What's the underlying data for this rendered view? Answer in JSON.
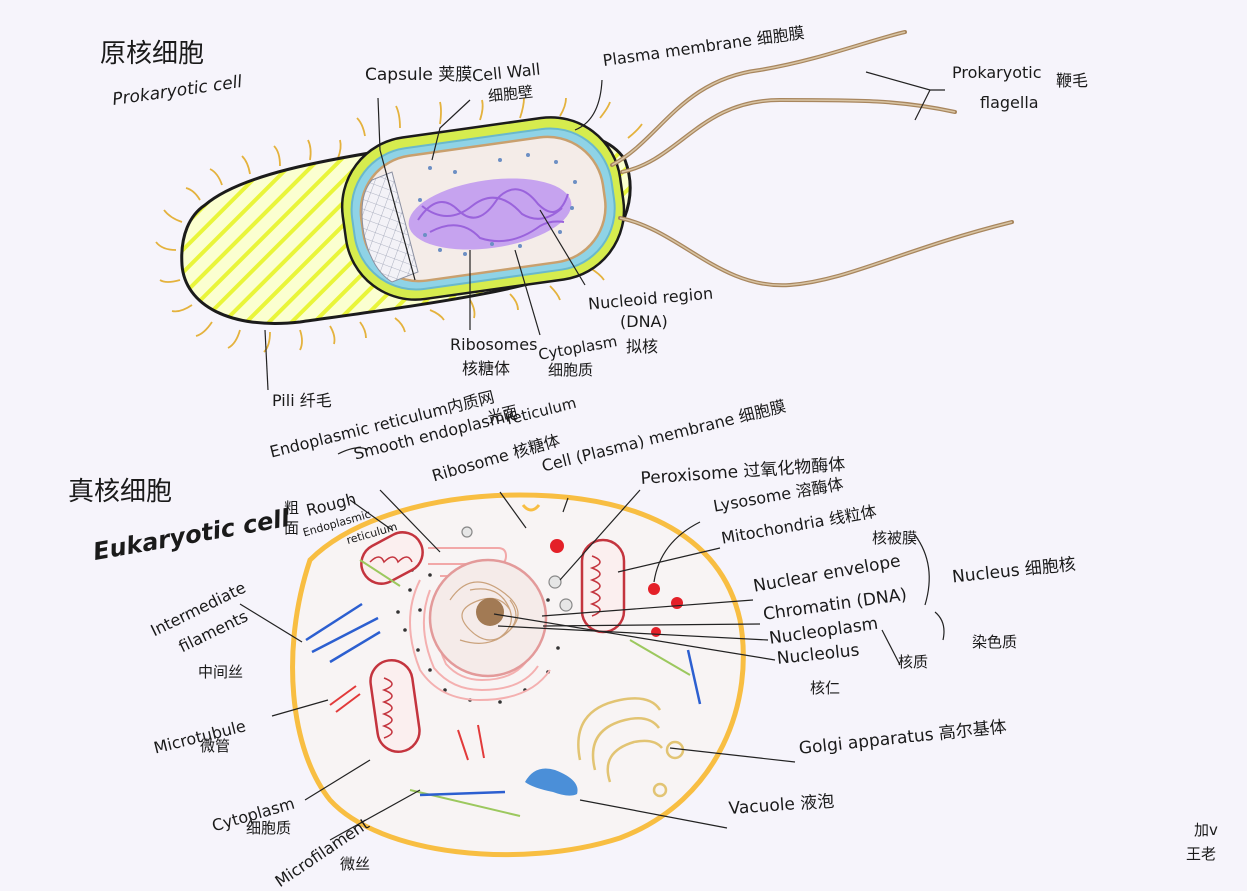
{
  "prokaryote": {
    "title_cn": "原核细胞",
    "title_en": "Prokaryotic cell",
    "capsule": "Capsule 荚膜",
    "cell_wall_en": "Cell Wall",
    "cell_wall_cn": "细胞壁",
    "plasma_membrane": "Plasma membrane 细胞膜",
    "flagella_en1": "Prokaryotic",
    "flagella_en2": "flagella",
    "flagella_cn": "鞭毛",
    "nucleoid_en": "Nucleoid region",
    "nucleoid_dna": "(DNA)",
    "nucleoid_cn": "拟核",
    "ribosomes_en": "Ribosomes",
    "ribosomes_cn": "核糖体",
    "cytoplasm_en": "Cytoplasm",
    "cytoplasm_cn": "细胞质",
    "pili": "Pili 纤毛"
  },
  "eukaryote": {
    "title_cn": "真核细胞",
    "title_en": "Eukaryotic cell",
    "er": "Endoplasmic reticulum内质网",
    "smooth_er_en": "Smooth endoplasmic",
    "smooth_er_cn": "光面",
    "smooth_er_en2": "reticulum",
    "rough_er_cn1": "粗",
    "rough_er_cn2": "面",
    "rough_er_en": "Rough",
    "rough_er_small1": "Endoplasmic",
    "rough_er_small2": "reticulum",
    "ribosome": "Ribosome 核糖体",
    "membrane": "Cell (Plasma) membrane 细胞膜",
    "peroxisome": "Peroxisome 过氧化物酶体",
    "lysosome": "Lysosome 溶酶体",
    "mitochondria": "Mitochondria 线粒体",
    "nuclear_envelope_cn": "核被膜",
    "nuclear_envelope_en": "Nuclear envelope",
    "nucleus": "Nucleus 细胞核",
    "chromatin": "Chromatin (DNA)",
    "chromatin_cn": "染色质",
    "nucleoplasm": "Nucleoplasm",
    "nucleoplasm_cn": "核质",
    "nucleolus": "Nucleolus",
    "nucleolus_cn": "核仁",
    "golgi": "Golgi apparatus 高尔基体",
    "vacuole": "Vacuole 液泡",
    "intermediate_en1": "Intermediate",
    "intermediate_en2": "filaments",
    "intermediate_cn": "中间丝",
    "microtubule_en": "Microtubule",
    "microtubule_cn": "微管",
    "cytoplasm_en": "Cytoplasm",
    "cytoplasm_cn": "细胞质",
    "microfilament_en": "Microfilament",
    "microfilament_cn": "微丝"
  },
  "signature": {
    "line1": "加v",
    "line2": "王老"
  }
}
